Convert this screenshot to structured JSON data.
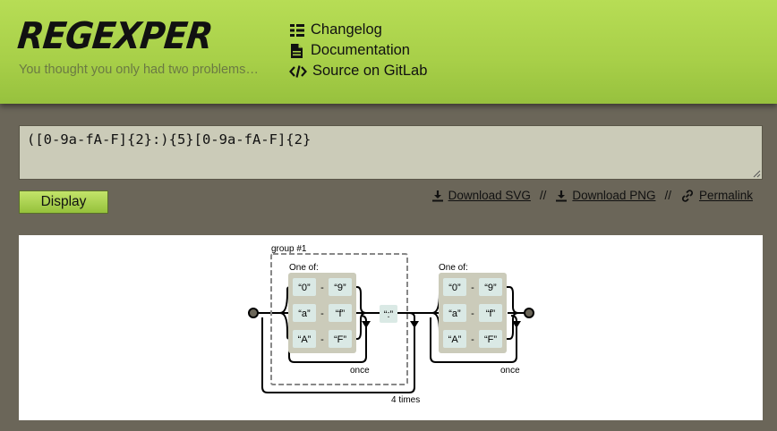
{
  "header": {
    "logo": "REGEXPER",
    "tagline": "You thought you only had two problems…",
    "nav": [
      {
        "label": "Changelog",
        "icon": "list-icon"
      },
      {
        "label": "Documentation",
        "icon": "document-icon"
      },
      {
        "label": "Source on GitLab",
        "icon": "code-icon"
      }
    ]
  },
  "input": {
    "value": "([0-9a-fA-F]{2}:){5}[0-9a-fA-F]{2}"
  },
  "toolbar": {
    "display_label": "Display",
    "download_svg": "Download SVG",
    "download_png": "Download PNG",
    "permalink": "Permalink",
    "separator": "//"
  },
  "diagram": {
    "group_label": "group #1",
    "one_of_1": "One of:",
    "one_of_2": "One of:",
    "ranges": [
      {
        "from": "“0”",
        "dash": "-",
        "to": "“9”"
      },
      {
        "from": "“a”",
        "dash": "-",
        "to": "“f”"
      },
      {
        "from": "“A”",
        "dash": "-",
        "to": "“F”"
      }
    ],
    "colon": "“:”",
    "once_1": "once",
    "once_2": "once",
    "times": "4 times"
  },
  "colors": {
    "header_green": "#a7cf48",
    "background": "#6b6659",
    "input_bg": "#cbcbb8",
    "charclass_bg": "#cbcbba",
    "literal_bg": "#dae9e5"
  }
}
